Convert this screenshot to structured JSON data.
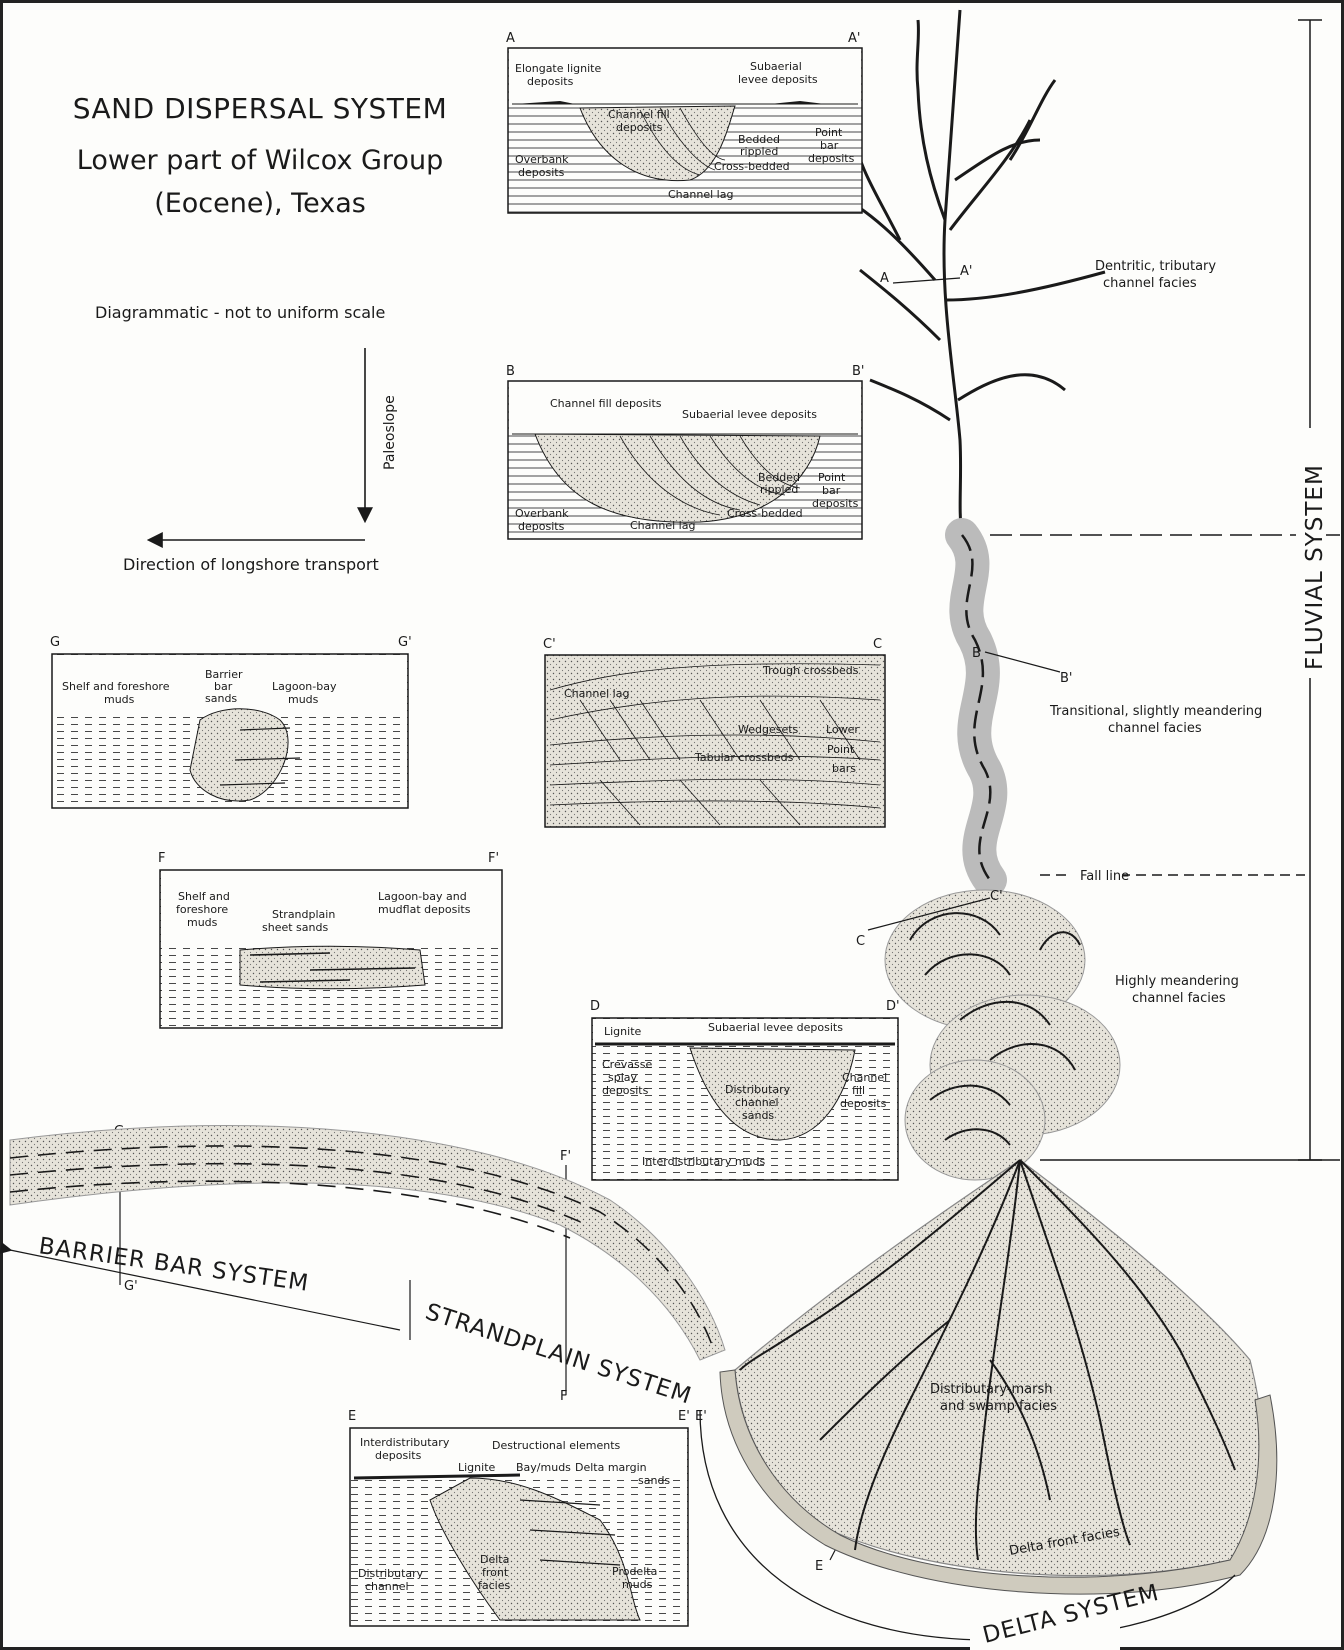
{
  "title": {
    "line1": "SAND DISPERSAL SYSTEM",
    "line2": "Lower part of Wilcox Group",
    "line3": "(Eocene), Texas"
  },
  "notes": {
    "scale": "Diagrammatic - not to uniform scale",
    "paleoslope": "Paleoslope",
    "longshore": "Direction of longshore transport"
  },
  "systems": {
    "fluvial": "FLUVIAL SYSTEM",
    "barrier": "BARRIER BAR SYSTEM",
    "strandplain": "STRANDPLAIN SYSTEM",
    "delta": "DELTA SYSTEM"
  },
  "facies": {
    "dendritic": [
      "Dentritic, tributary",
      "channel facies"
    ],
    "transitional": [
      "Transitional, slightly meandering",
      "channel facies"
    ],
    "meandering": [
      "Highly meandering",
      "channel facies"
    ],
    "fall_line": "Fall line",
    "marsh": [
      "Distributary-marsh",
      "and swamp facies"
    ],
    "delta_front": "Delta front facies"
  },
  "section_A": {
    "ends": [
      "A",
      "A'"
    ],
    "labels": {
      "lignite": [
        "Elongate lignite",
        "deposits"
      ],
      "levee": [
        "Subaerial",
        "levee deposits"
      ],
      "channel_fill": [
        "Channel fill",
        "deposits"
      ],
      "bedded": [
        "Bedded",
        "rippled"
      ],
      "cross": "Cross-bedded",
      "point_bar": [
        "Point",
        "bar",
        "deposits"
      ],
      "overbank": [
        "Overbank",
        "deposits"
      ],
      "lag": "Channel lag"
    }
  },
  "section_B": {
    "ends": [
      "B",
      "B'"
    ],
    "labels": {
      "channel_fill": "Channel fill deposits",
      "levee": "Subaerial levee deposits",
      "bedded": [
        "Bedded",
        "rippled"
      ],
      "cross": "Cross-bedded",
      "point_bar": [
        "Point",
        "bar",
        "deposits"
      ],
      "overbank": [
        "Overbank",
        "deposits"
      ],
      "lag": "Channel lag"
    }
  },
  "section_C": {
    "ends": [
      "C'",
      "C"
    ],
    "labels": {
      "trough": "Trough crossbeds",
      "lag": "Channel lag",
      "wedge": "Wedgesets",
      "tabular": "Tabular crossbeds",
      "lower": [
        "Lower",
        "Point",
        "bars"
      ]
    }
  },
  "section_D": {
    "ends": [
      "D",
      "D'"
    ],
    "labels": {
      "lignite": "Lignite",
      "levee": "Subaerial levee deposits",
      "crevasse": [
        "Crevasse",
        "splay",
        "deposits"
      ],
      "distributary": [
        "Distributary",
        "channel",
        "sands"
      ],
      "channel_fill": [
        "Channel",
        "fill",
        "deposits"
      ],
      "inter": "Interdistributary muds"
    }
  },
  "section_E": {
    "ends": [
      "E",
      "E'"
    ],
    "labels": {
      "inter": [
        "Interdistributary",
        "deposits"
      ],
      "destructional": "Destructional elements",
      "lignite": "Lignite",
      "bay": "Bay/muds",
      "margin": [
        "Delta margin",
        "sands"
      ],
      "dist_channel": [
        "Distributary",
        "channel"
      ],
      "front": [
        "Delta",
        "front",
        "facies"
      ],
      "prodelta": [
        "Prodelta",
        "muds"
      ]
    }
  },
  "section_F": {
    "ends": [
      "F",
      "F'"
    ],
    "labels": {
      "shelf": [
        "Shelf and",
        "foreshore",
        "muds"
      ],
      "strand": [
        "Strandplain",
        "sheet sands"
      ],
      "lagoon": [
        "Lagoon-bay and",
        "mudflat deposits"
      ]
    }
  },
  "section_G": {
    "ends": [
      "G",
      "G'"
    ],
    "labels": {
      "shelf": [
        "Shelf and foreshore",
        "muds"
      ],
      "barrier": [
        "Barrier",
        "bar",
        "sands"
      ],
      "lagoon": [
        "Lagoon-bay",
        "muds"
      ]
    }
  },
  "map_markers": {
    "A": "A",
    "A2": "A'",
    "B": "B",
    "B2": "B'",
    "C": "C",
    "C2": "C'",
    "D": "D",
    "D2": "D'",
    "E": "E",
    "E2": "E'",
    "F": "F",
    "F2": "F'",
    "G": "G",
    "G2": "G'"
  },
  "colors": {
    "ink": "#1a1a1a",
    "sand": "#d9d6cc",
    "paper": "#fdfdfb"
  }
}
